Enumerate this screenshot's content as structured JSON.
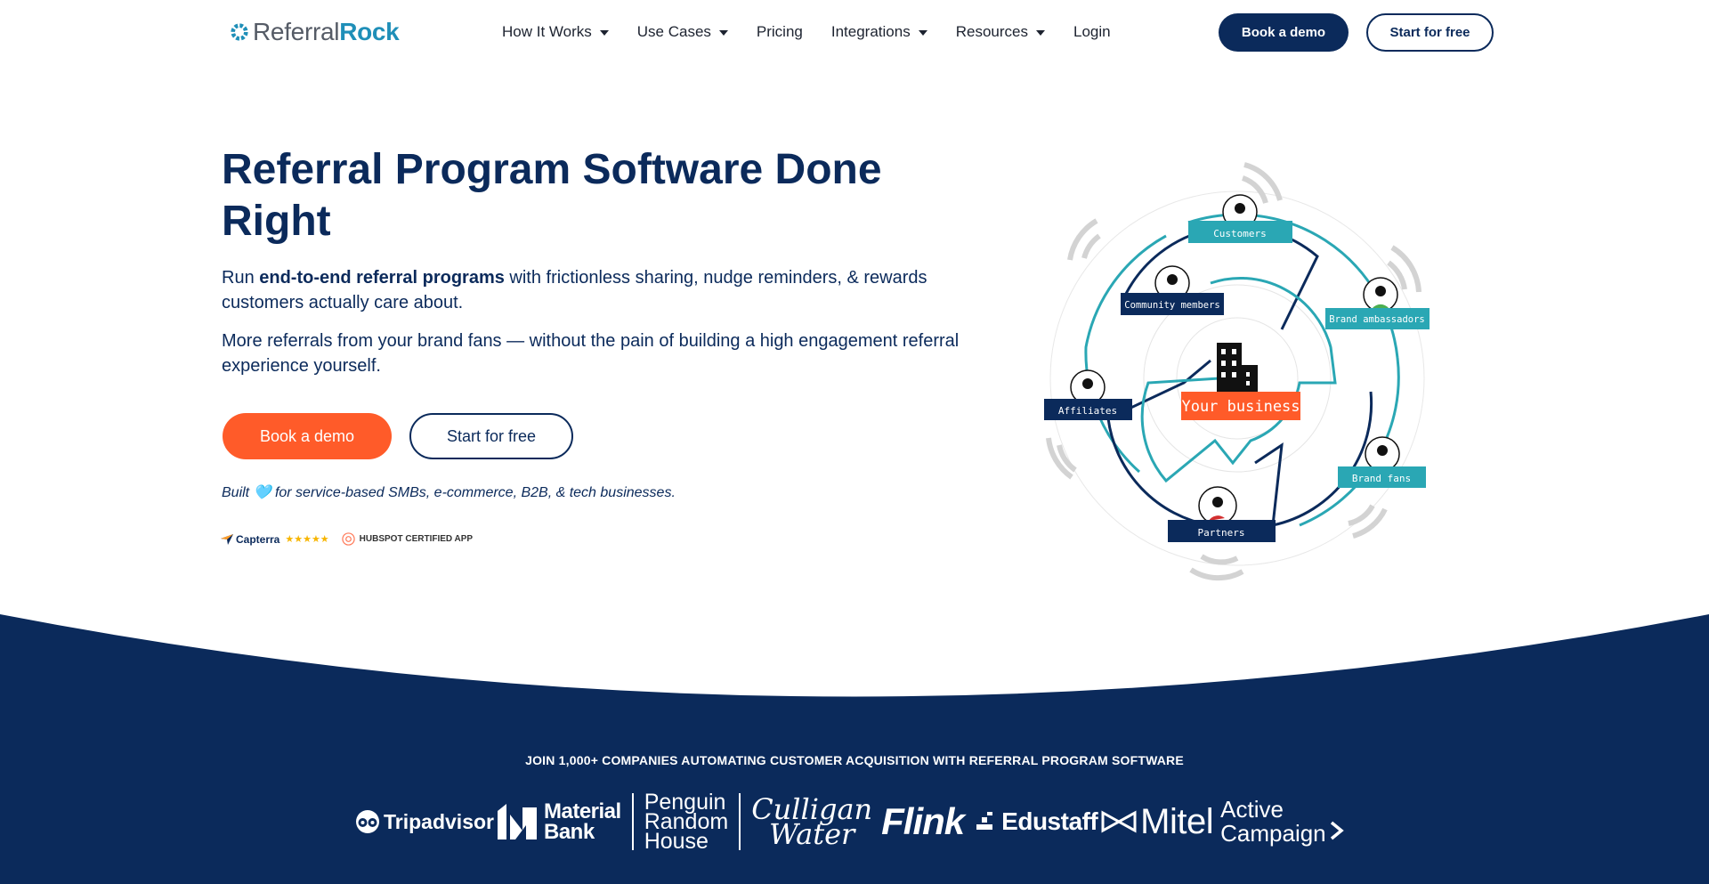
{
  "nav": {
    "logo_part1": "Referral",
    "logo_part2": "Rock",
    "links": [
      {
        "label": "How It Works",
        "dropdown": true
      },
      {
        "label": "Use Cases",
        "dropdown": true
      },
      {
        "label": "Pricing",
        "dropdown": false
      },
      {
        "label": "Integrations",
        "dropdown": true
      },
      {
        "label": "Resources",
        "dropdown": true
      },
      {
        "label": "Login",
        "dropdown": false
      }
    ],
    "book_demo": "Book a demo",
    "start_free": "Start for free"
  },
  "hero": {
    "title": "Referral Program Software Done Right",
    "p1_prefix": "Run ",
    "p1_bold": "end-to-end referral programs",
    "p1_suffix": " with frictionless sharing, nudge reminders, & rewards customers actually care about.",
    "p2": "More referrals from your brand fans — without the pain of building a high engagement referral experience yourself.",
    "book_demo": "Book a demo",
    "start_free": "Start for free",
    "built": "Built 🩵 for service-based SMBs, e-commerce, B2B, & tech businesses.",
    "capterra": "Capterra",
    "hubspot": "HUBSPOT CERTIFIED APP"
  },
  "diagram": {
    "center": "Your business",
    "labels": [
      "Customers",
      "Community members",
      "Brand ambassadors",
      "Affiliates",
      "Brand fans",
      "Partners"
    ]
  },
  "band": {
    "join": "JOIN 1,000+ COMPANIES AUTOMATING CUSTOMER ACQUISITION WITH REFERRAL PROGRAM SOFTWARE",
    "logos": [
      "Tripadvisor",
      "Material",
      "Bank",
      "Penguin",
      "Random",
      "House",
      "Culligan",
      "Water",
      "Flink",
      "Edustaff",
      "Mitel",
      "Active",
      "Campaign"
    ]
  },
  "colors": {
    "navy": "#0b2a5b",
    "orange": "#ff5b29",
    "teal": "#2aa7b4",
    "logo_blue": "#1f8fb8"
  }
}
